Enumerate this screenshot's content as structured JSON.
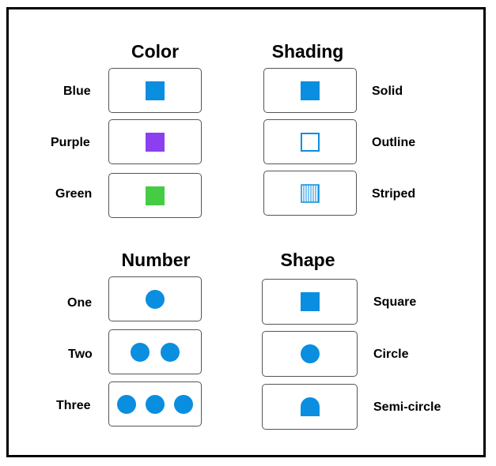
{
  "sections": {
    "color": {
      "title": "Color",
      "rows": [
        {
          "label": "Blue",
          "fill": "#0a8ee0"
        },
        {
          "label": "Purple",
          "fill": "#8b3ff0"
        },
        {
          "label": "Green",
          "fill": "#44cc44"
        }
      ]
    },
    "shading": {
      "title": "Shading",
      "rows": [
        {
          "label": "Solid",
          "style": "solid"
        },
        {
          "label": "Outline",
          "style": "outline"
        },
        {
          "label": "Striped",
          "style": "striped"
        }
      ]
    },
    "number": {
      "title": "Number",
      "rows": [
        {
          "label": "One",
          "count": 1
        },
        {
          "label": "Two",
          "count": 2
        },
        {
          "label": "Three",
          "count": 3
        }
      ]
    },
    "shape": {
      "title": "Shape",
      "rows": [
        {
          "label": "Square",
          "shape": "square"
        },
        {
          "label": "Circle",
          "shape": "circle"
        },
        {
          "label": "Semi-circle",
          "shape": "semi-circle"
        }
      ]
    }
  },
  "colors": {
    "blue": "#0a8ee0",
    "border": "#555555",
    "frame": "#000000"
  }
}
